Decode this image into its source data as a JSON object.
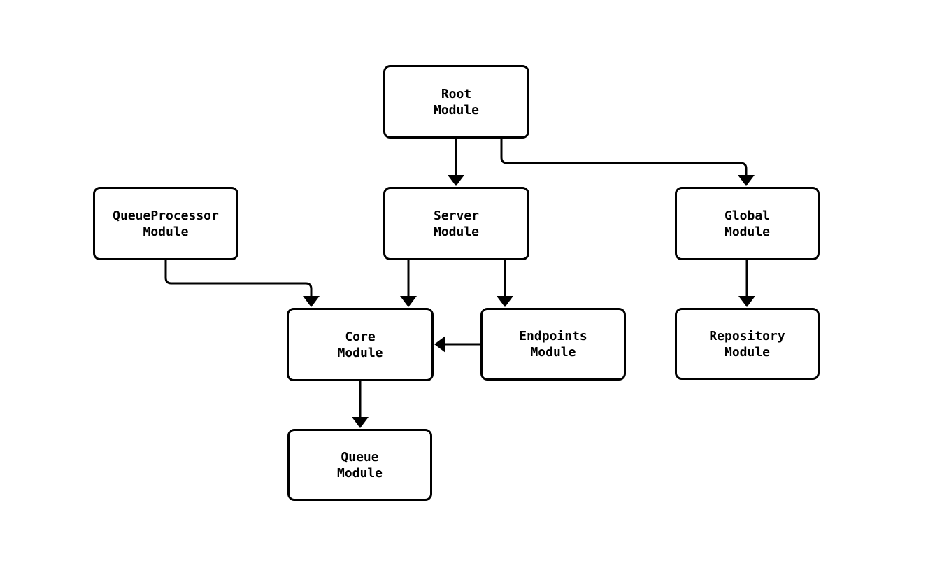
{
  "diagram": {
    "type": "module-dependency-graph",
    "background_color": "#ffffff",
    "node_fill_color": "#ffffff",
    "node_border_color": "#000000",
    "edge_color": "#000000",
    "text_color": "#000000",
    "nodes": [
      {
        "id": "root",
        "label": "Root\nModule"
      },
      {
        "id": "queueprocessor",
        "label": "QueueProcessor\nModule"
      },
      {
        "id": "server",
        "label": "Server\nModule"
      },
      {
        "id": "global",
        "label": "Global\nModule"
      },
      {
        "id": "core",
        "label": "Core\nModule"
      },
      {
        "id": "endpoints",
        "label": "Endpoints\nModule"
      },
      {
        "id": "repository",
        "label": "Repository\nModule"
      },
      {
        "id": "queue",
        "label": "Queue\nModule"
      }
    ],
    "edges": [
      {
        "from": "Root Module",
        "to": "Server Module"
      },
      {
        "from": "Root Module",
        "to": "Global Module"
      },
      {
        "from": "QueueProcessor Module",
        "to": "Core Module"
      },
      {
        "from": "Server Module",
        "to": "Core Module"
      },
      {
        "from": "Server Module",
        "to": "Endpoints Module"
      },
      {
        "from": "Endpoints Module",
        "to": "Core Module"
      },
      {
        "from": "Global Module",
        "to": "Repository Module"
      },
      {
        "from": "Core Module",
        "to": "Queue Module"
      }
    ]
  }
}
